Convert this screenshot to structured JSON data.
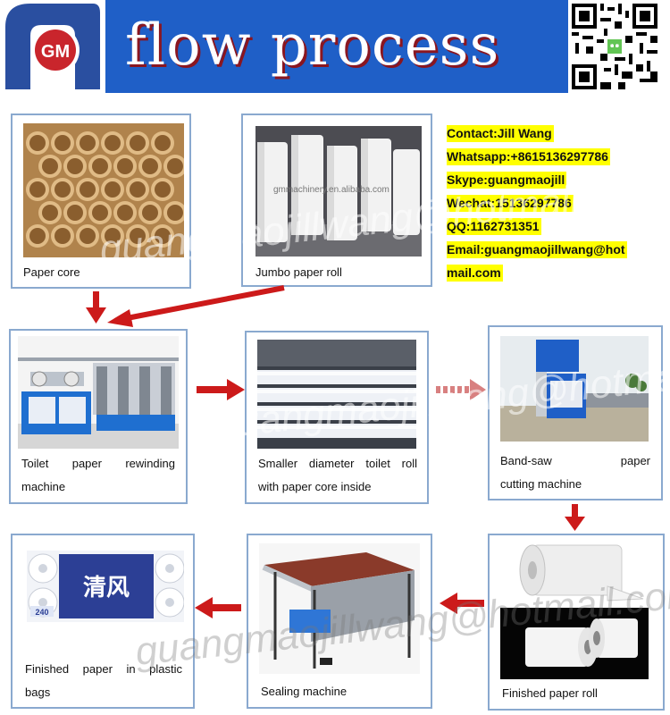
{
  "header": {
    "title": "flow process",
    "logo_text": "GM",
    "brand_colors": {
      "band": "#1f5fc7",
      "logo": "#2a4fa0",
      "badge": "#c9252c",
      "arrow": "#cc1a1a"
    }
  },
  "contact": {
    "lines": [
      "Contact:Jill Wang",
      "Whatsapp:+8615136297786",
      "Skype:guangmaojill",
      "Wechat:15136297786",
      "QQ:1162731351",
      "Email:guangmaojillwang@hot",
      "mail.com"
    ]
  },
  "steps": {
    "paper_core": {
      "caption": "Paper core"
    },
    "jumbo_roll": {
      "caption": "Jumbo paper roll",
      "photo_text": "gmmachinery.en.alibaba.com"
    },
    "rewinding": {
      "caption_line1": "Toilet paper rewinding",
      "caption_line2": "machine"
    },
    "smaller_roll": {
      "caption_line1": "Smaller diameter toilet roll",
      "caption_line2": "with paper core inside"
    },
    "band_saw": {
      "caption_line1": "Band-saw paper",
      "caption_line2": "cutting machine"
    },
    "finished_roll": {
      "caption": "Finished paper roll"
    },
    "sealing": {
      "caption": "Sealing machine"
    },
    "bags": {
      "caption_line1": "Finished paper in plastic",
      "caption_line2": "bags",
      "brand": "清风",
      "count": "240"
    }
  },
  "watermark": "guangmaojillwang@hotmail.com"
}
